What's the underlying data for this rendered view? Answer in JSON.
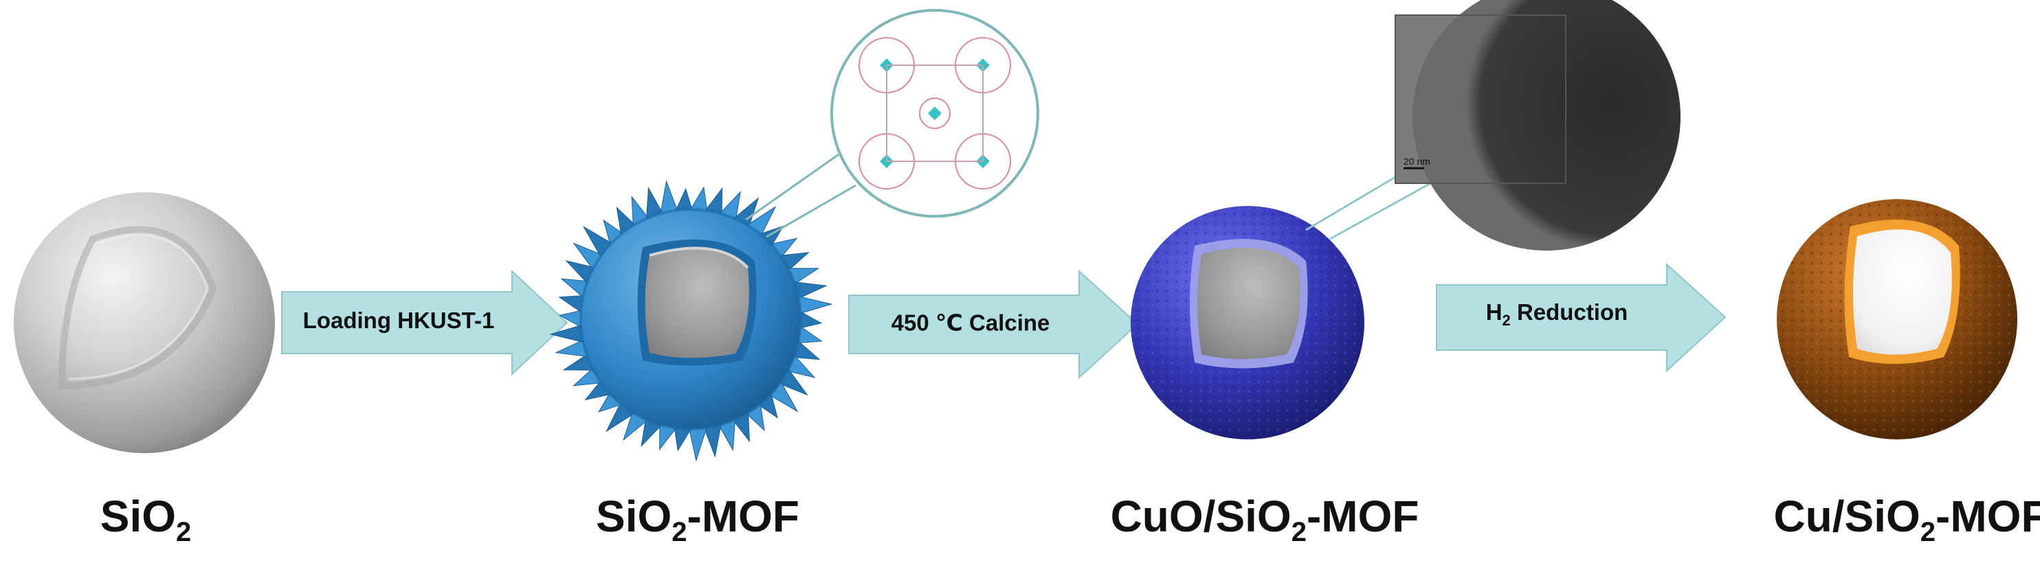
{
  "steps": [
    {
      "label_main": "SiO",
      "label_sub": "2",
      "label_tail": ""
    },
    {
      "label_main": "SiO",
      "label_sub": "2",
      "label_tail": "-MOF"
    },
    {
      "label_main": "CuO/SiO",
      "label_sub": "2",
      "label_tail": "-MOF"
    },
    {
      "label_main": "Cu/SiO",
      "label_sub": "2",
      "label_tail": "-MOF"
    }
  ],
  "arrows": [
    {
      "pre": "Loading HKUST-1",
      "sub": "",
      "post": ""
    },
    {
      "pre": "450 ℃ Calcine",
      "sub": "",
      "post": ""
    },
    {
      "pre": "H",
      "sub": "2",
      "post": " Reduction"
    }
  ],
  "tem_inset": {
    "scale_bar": "20 nm"
  },
  "colors": {
    "arrow_fill": "#b4e0e2",
    "arrow_stroke": "#8fc6c9",
    "silica": "#9a9a9a",
    "mof_blue": "#2f86c8",
    "cuo_blue": "#3437b6",
    "cu_brown": "#8a4a10",
    "cu_orange": "#f3a030"
  }
}
